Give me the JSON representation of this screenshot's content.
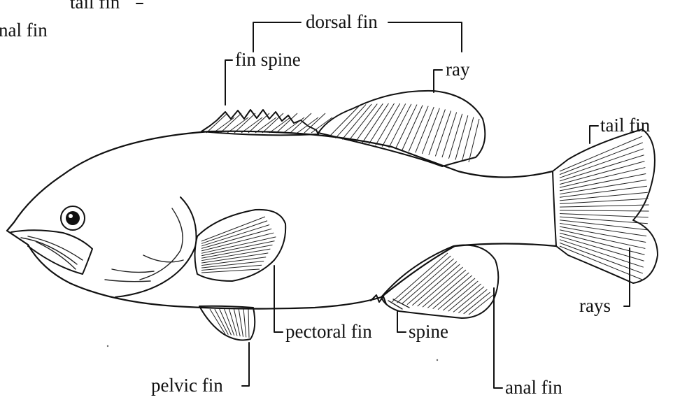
{
  "labels": {
    "top_cut_1": "tail fin",
    "top_cut_2": "nal fin",
    "dorsal_fin": "dorsal fin",
    "fin_spine": "fin spine",
    "ray": "ray",
    "tail_fin": "tail fin",
    "rays": "rays",
    "pectoral_fin": "pectoral fin",
    "spine": "spine",
    "anal_fin": "anal fin",
    "pelvic_fin": "pelvic fin"
  }
}
